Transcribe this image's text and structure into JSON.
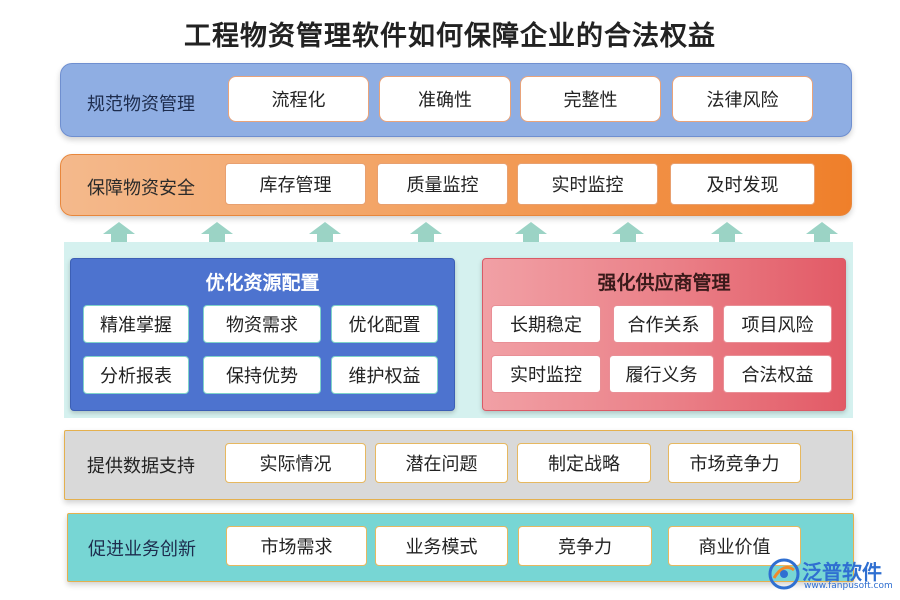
{
  "title": "工程物资管理软件如何保障企业的合法权益",
  "rows": {
    "standardize": {
      "label": "规范物资管理",
      "items": [
        "流程化",
        "准确性",
        "完整性",
        "法律风险"
      ]
    },
    "safety": {
      "label": "保障物资安全",
      "items": [
        "库存管理",
        "质量监控",
        "实时监控",
        "及时发现"
      ]
    },
    "data_support": {
      "label": "提供数据支持",
      "items": [
        "实际情况",
        "潜在问题",
        "制定战略",
        "市场竞争力"
      ]
    },
    "innovation": {
      "label": "促进业务创新",
      "items": [
        "市场需求",
        "业务模式",
        "竞争力",
        "商业价值"
      ]
    }
  },
  "panels": {
    "resource": {
      "title": "优化资源配置",
      "items": [
        "精准掌握",
        "物资需求",
        "优化配置",
        "分析报表",
        "保持优势",
        "维护权益"
      ]
    },
    "supplier": {
      "title": "强化供应商管理",
      "items": [
        "长期稳定",
        "合作关系",
        "项目风险",
        "实时监控",
        "履行义务",
        "合法权益"
      ]
    }
  },
  "watermark": {
    "brand": "泛普软件",
    "url": "www.fanpusoft.com"
  },
  "colors": {
    "row1": "#8faee3",
    "row2": "#ef8c3a",
    "row3": "#d9d9d9",
    "row4": "#77d6d4",
    "panel_blue": "#4d73cf",
    "panel_red": "#e66b76",
    "mid_bg": "#d5f1ef",
    "arrow": "#9bd3c5"
  }
}
